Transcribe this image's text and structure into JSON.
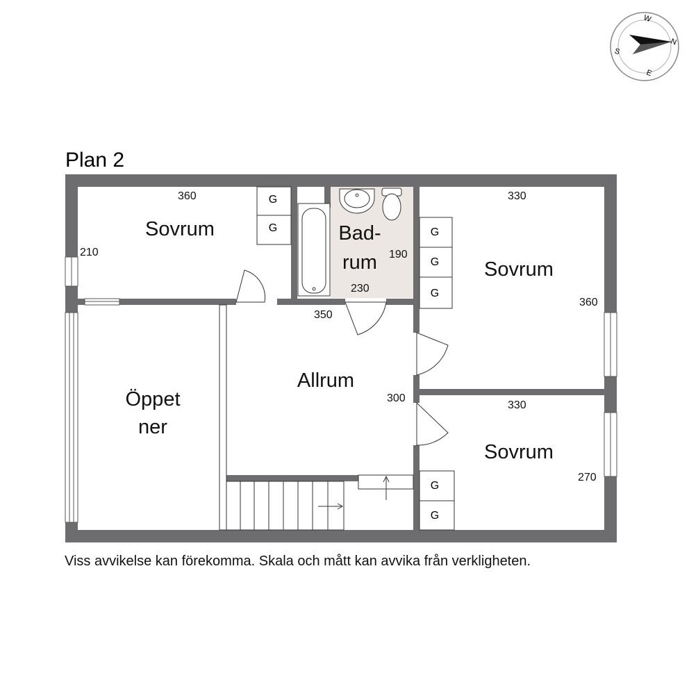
{
  "plan_title": "Plan 2",
  "rooms": {
    "sovrum_top_left": "Sovrum",
    "badrum_line1": "Bad-",
    "badrum_line2": "rum",
    "sovrum_right_top": "Sovrum",
    "allrum": "Allrum",
    "oppet_line1": "Öppet",
    "oppet_line2": "ner",
    "sovrum_right_bottom": "Sovrum"
  },
  "dimensions": {
    "sovrum_top_left_width": "360",
    "sovrum_top_left_depth": "210",
    "badrum_depth": "190",
    "badrum_width": "230",
    "allrum_width": "350",
    "allrum_depth": "300",
    "sovrum_right_top_width": "330",
    "sovrum_right_top_depth": "360",
    "sovrum_right_bottom_width": "330",
    "sovrum_right_bottom_depth": "270"
  },
  "closet_label": "G",
  "compass": {
    "n": "N",
    "e": "E",
    "s": "S",
    "w": "W"
  },
  "disclaimer": "Viss avvikelse kan förekomma. Skala och mått kan avvika från verkligheten.",
  "colors": {
    "wall": "#6d6d6f",
    "bathroom_floor": "#ece7e2",
    "line": "#222222"
  }
}
